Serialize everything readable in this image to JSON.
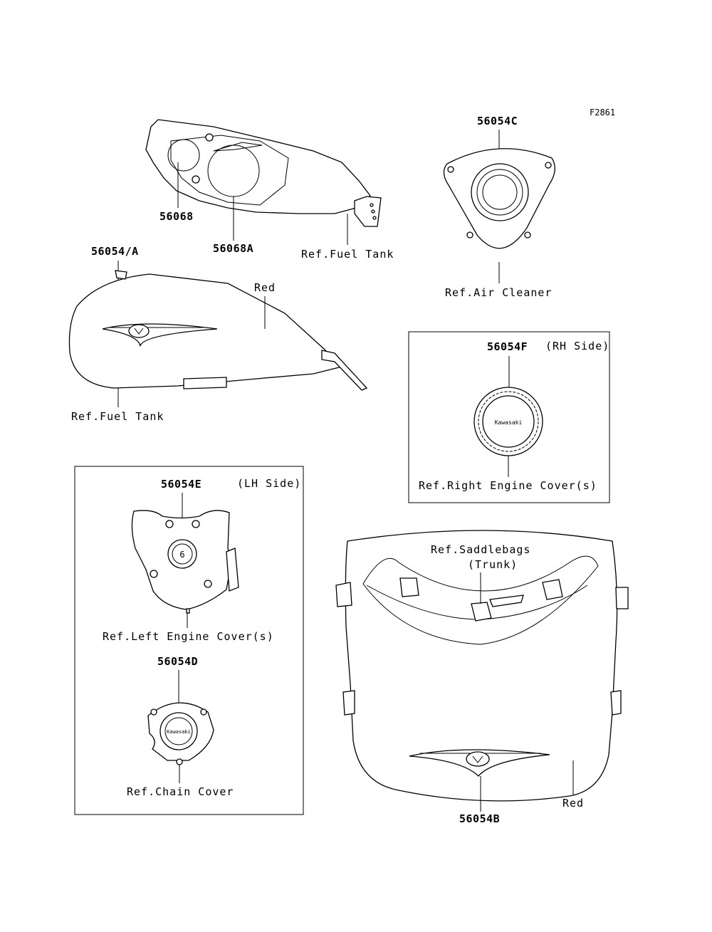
{
  "figure_code": "F2861",
  "labels": {
    "p56068": "56068",
    "p56068A": "56068A",
    "ref_fuel_tank_top": "Ref.Fuel Tank",
    "p56054C": "56054C",
    "ref_air_cleaner": "Ref.Air Cleaner",
    "p56054A": "56054/A",
    "red_tank": "Red",
    "ref_fuel_tank": "Ref.Fuel Tank",
    "p56054F": "56054F",
    "rh_side": "(RH Side)",
    "ref_right_engine_cover": "Ref.Right Engine Cover(s)",
    "p56054E": "56054E",
    "lh_side": "(LH Side)",
    "ref_left_engine_cover": "Ref.Left Engine Cover(s)",
    "p56054D": "56054D",
    "ref_chain_cover": "Ref.Chain Cover",
    "ref_saddlebags": "Ref.Saddlebags",
    "trunk": "(Trunk)",
    "red_trunk": "Red",
    "p56054B": "56054B"
  },
  "emblem_text": "Kawasaki"
}
